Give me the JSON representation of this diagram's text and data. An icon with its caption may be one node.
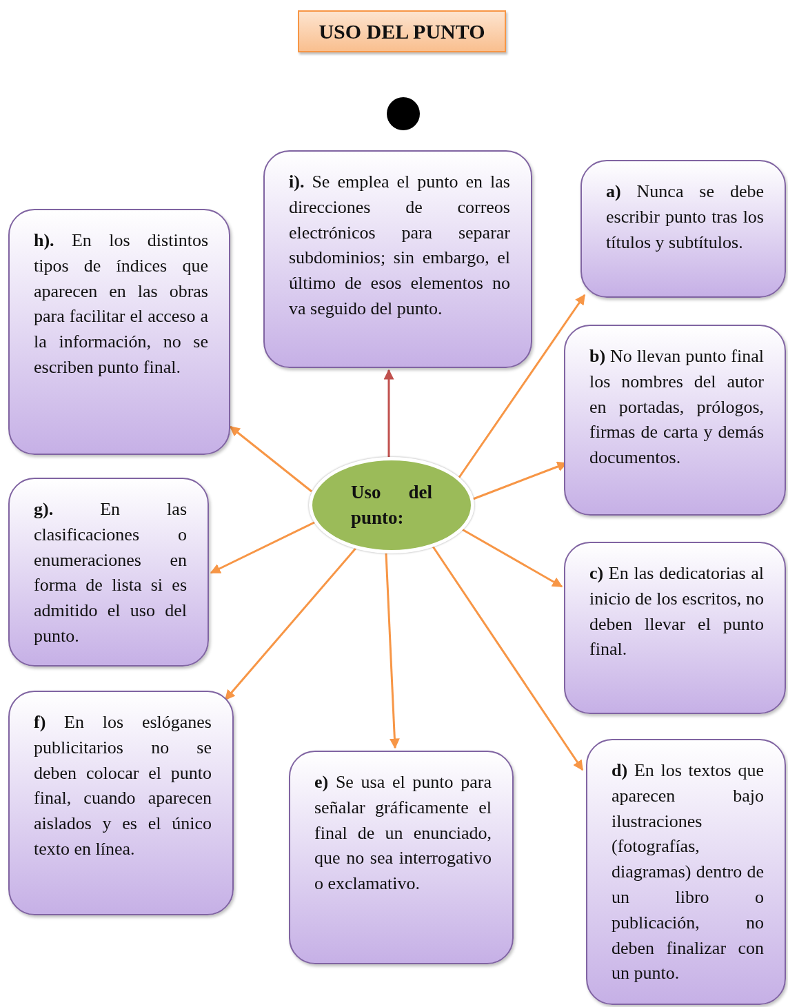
{
  "diagram": {
    "title": "USO DEL PUNTO",
    "nodes": [
      {
        "text": [
          "Uso del punto:"
        ]
      },
      {
        "text": [
          "**a)** Nunca se debe escribir punto tras los títulos y subtítulos."
        ]
      },
      {
        "text": [
          "**b)** No llevan punto final los nombres del autor en portadas, prólogos, firmas de carta y demás documentos."
        ]
      },
      {
        "text": [
          "**c)** En las dedicatorias al inicio de los escritos, no deben llevar el punto final."
        ]
      },
      {
        "text": [
          "**d)** En los textos que aparecen bajo ilustraciones (fotografías, diagramas) dentro de un libro o publicación, no deben finalizar con un punto."
        ]
      },
      {
        "text": [
          "**e)** Se usa el punto para señalar gráficamente el final de un enunciado, que no sea interrogativo o exclamativo."
        ]
      },
      {
        "text": [
          "**f)** En los eslóganes publicitarios no se deben colocar el punto final, cuando aparecen aislados y es el único texto en línea."
        ]
      },
      {
        "text": [
          "**g).** En las clasificaciones o enumeraciones en forma de lista si es admitido el uso del punto."
        ]
      },
      {
        "text": [
          "**h).** En los distintos tipos de índices que aparecen en las obras para facilitar el acceso a la información, no se escriben punto final."
        ]
      },
      {
        "text": [
          "**i).** Se emplea el punto en las direcciones de correos electrónicos para separar subdominios; sin embargo, el último de esos elementos no va seguido del punto."
        ]
      }
    ],
    "edges": [
      {
        "from": 0,
        "to": 9,
        "arrow": "to",
        "color": "#c0504d"
      },
      {
        "from": 0,
        "to": 1,
        "arrow": "to"
      },
      {
        "from": 0,
        "to": 2,
        "arrow": "to"
      },
      {
        "from": 0,
        "to": 3,
        "arrow": "to"
      },
      {
        "from": 0,
        "to": 4,
        "arrow": "to"
      },
      {
        "from": 0,
        "to": 5,
        "arrow": "to"
      },
      {
        "from": 0,
        "to": 6,
        "arrow": "to"
      },
      {
        "from": 0,
        "to": 7,
        "arrow": "to"
      },
      {
        "from": 0,
        "to": 8,
        "arrow": "to"
      }
    ]
  }
}
